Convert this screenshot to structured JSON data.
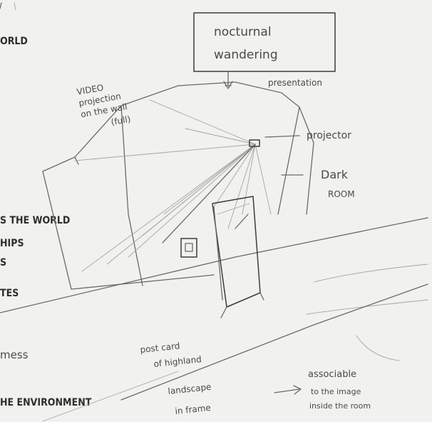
{
  "notes": {
    "title_box": [
      "nocturnal",
      "wandering"
    ],
    "presentation": "presentation",
    "video": [
      "VIDEO",
      "projection",
      "on the wall",
      "(full)"
    ],
    "projector": "projector",
    "dark_room": [
      "Dark",
      "ROOM"
    ],
    "postcard": [
      "post card",
      "of highland",
      "landscape",
      "in frame"
    ],
    "associable": [
      "associable",
      "to the image",
      "inside the room"
    ]
  },
  "margin_notes": {
    "world": "ORLD",
    "the_world": "S THE WORLD",
    "ships": "HIPS",
    "s": "S",
    "tes": "TES",
    "mess": "mess",
    "environment": "HE ENVIRONMENT"
  }
}
